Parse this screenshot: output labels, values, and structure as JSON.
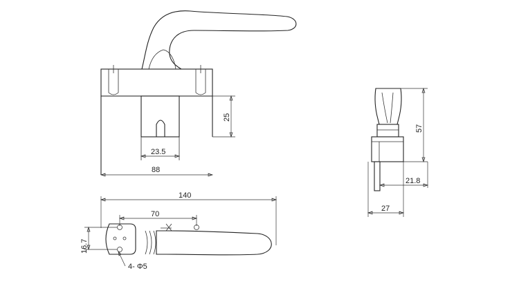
{
  "dimensions": {
    "front_slot_width": "23.5",
    "front_base_width": "88",
    "front_slot_depth": "25",
    "bottom_total_length": "140",
    "bottom_hole_spacing": "70",
    "bottom_hole_offset": "16.7",
    "bottom_holes": "4- Φ5",
    "side_height": "57",
    "side_offset": "21.8",
    "side_width": "27"
  }
}
